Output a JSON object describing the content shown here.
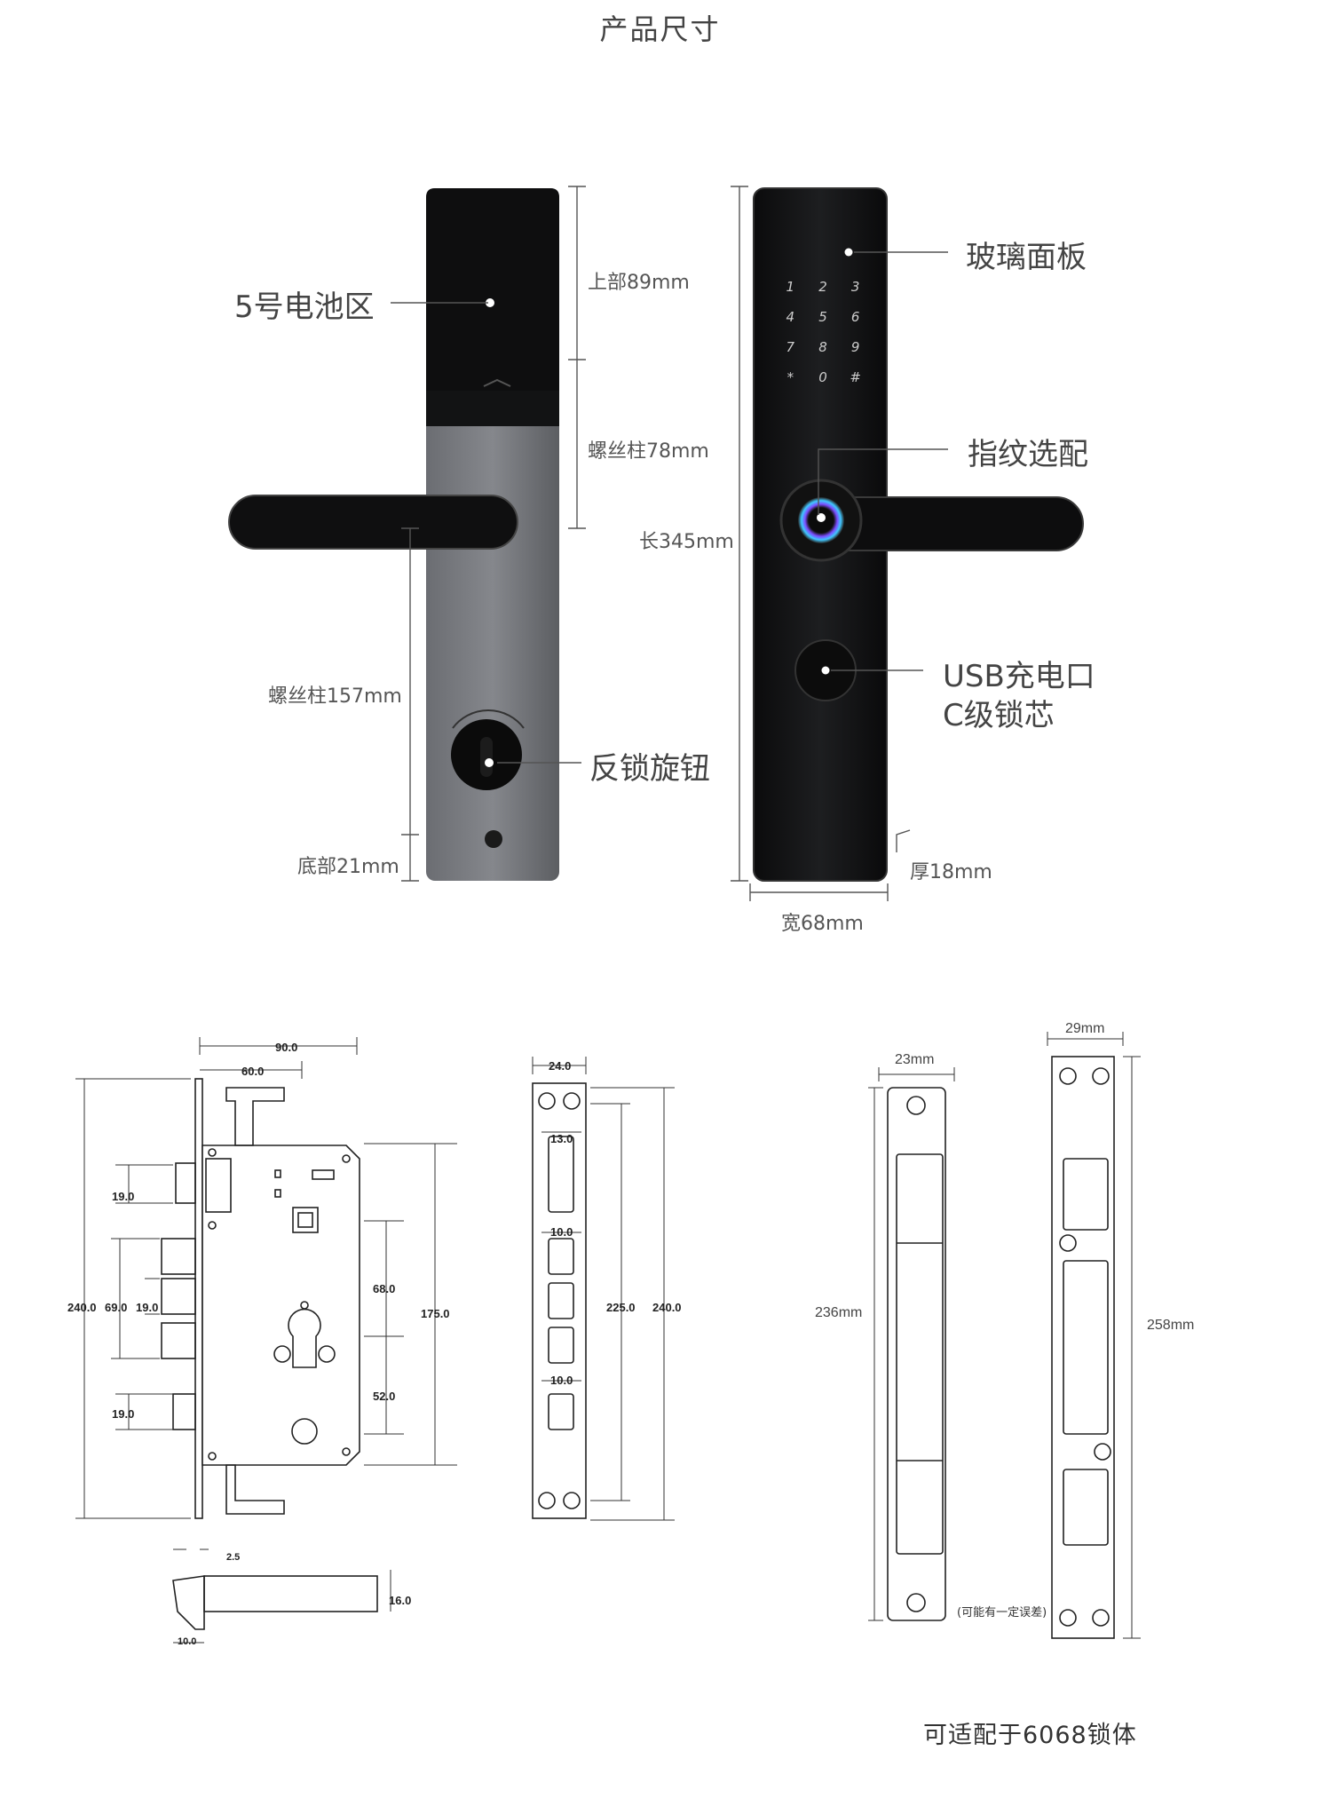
{
  "page": {
    "title": "产品尺寸",
    "footer": "可适配于6068锁体"
  },
  "lock_back": {
    "battery_label": "5号电池区",
    "top_dim": "上部89mm",
    "screw_dim_upper": "螺丝柱78mm",
    "screw_dim_lower": "螺丝柱157mm",
    "knob_label": "反锁旋钮",
    "bottom_dim": "底部21mm"
  },
  "lock_front": {
    "glass_label": "玻璃面板",
    "length_dim": "长345mm",
    "fingerprint_label": "指纹选配",
    "usb_label": "USB充电口",
    "core_label": "C级锁芯",
    "thickness_dim": "厚18mm",
    "width_dim": "宽68mm",
    "keypad": [
      "1",
      "2",
      "3",
      "4",
      "5",
      "6",
      "7",
      "8",
      "9",
      "*",
      "0",
      "#"
    ]
  },
  "mortise": {
    "d90": "90.0",
    "d60": "60.0",
    "d19a": "19.0",
    "d240": "240.0",
    "d69": "69.0",
    "d19b": "19.0",
    "d68": "68.0",
    "d175": "175.0",
    "d52": "52.0",
    "d19c": "19.0",
    "d2_5": "2.5",
    "d16": "16.0",
    "d10": "10.0"
  },
  "faceplate": {
    "w": "24.0",
    "d13": "13.0",
    "d10a": "10.0",
    "d225": "225.0",
    "d240": "240.0",
    "d10b": "10.0"
  },
  "strike": {
    "w23": "23mm",
    "h236": "236mm",
    "w29": "29mm",
    "h258": "258mm",
    "note": "(可能有一定误差)"
  }
}
